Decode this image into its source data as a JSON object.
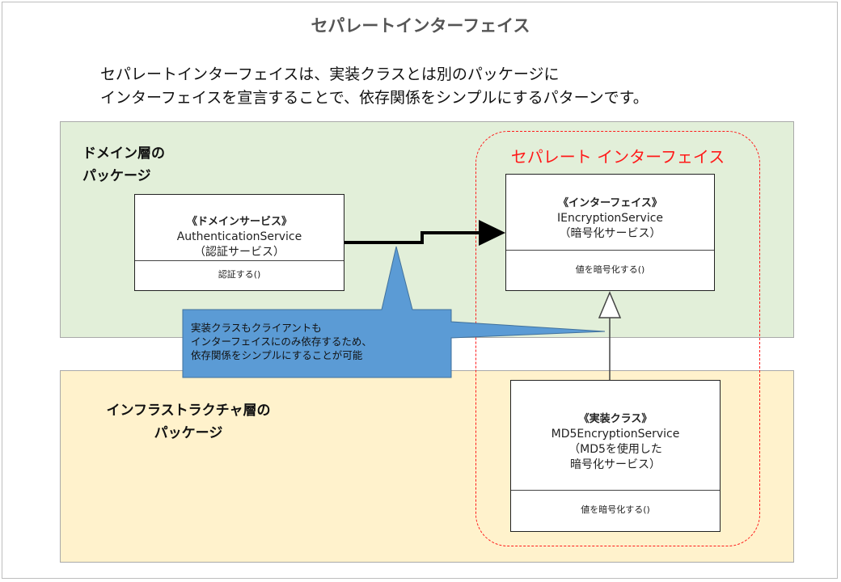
{
  "title": "セパレートインターフェイス",
  "intro": {
    "line1": "セパレートインターフェイスは、実装クラスとは別のパッケージに",
    "line2": "インターフェイスを宣言することで、依存関係をシンプルにするパターンです。"
  },
  "packages": {
    "domain": {
      "line1": "ドメイン層の",
      "line2": "パッケージ"
    },
    "infrastructure": {
      "line1": "インフラストラクチャ層の",
      "line2": "パッケージ"
    }
  },
  "separate_area": {
    "label": "セパレート インターフェイス"
  },
  "classes": {
    "authentication": {
      "stereotype": "《ドメインサービス》",
      "name": "AuthenticationService",
      "jp": "（認証サービス）",
      "operation": "認証する()"
    },
    "encryption_interface": {
      "stereotype": "《インターフェイス》",
      "name": "IEncryptionService",
      "jp": "（暗号化サービス）",
      "operation": "値を暗号化する()"
    },
    "md5": {
      "stereotype": "《実装クラス》",
      "name": "MD5EncryptionService",
      "jp_line1": "（MD5を使用した",
      "jp_line2": "暗号化サービス）",
      "operation": "値を暗号化する()"
    }
  },
  "callout": {
    "line1": "実装クラスもクライアントも",
    "line2": "インターフェイスにのみ依存するため、",
    "line3": "依存関係をシンプルにすることが可能"
  },
  "colors": {
    "domain_package": "#e2efd9",
    "infrastructure_package": "#fff2cc",
    "separate_border": "#ff1a1a",
    "callout_fill": "#5b9bd5",
    "callout_border": "#41719c"
  }
}
